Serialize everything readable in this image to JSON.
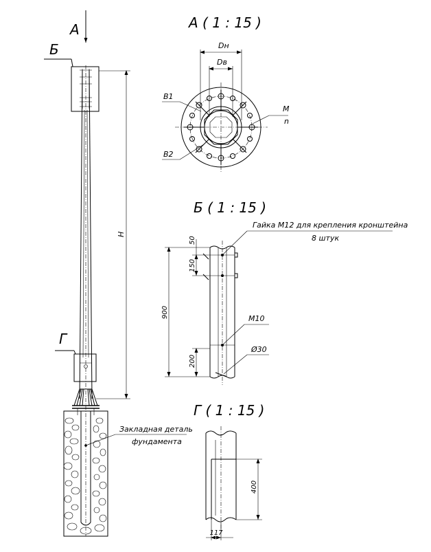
{
  "views": {
    "a_title": "А ( 1 : 15 )",
    "b_title": "Б ( 1 : 15 )",
    "g_title": "Г ( 1 : 15 )"
  },
  "pole": {
    "arrow_label": "А",
    "callout_b": "Б",
    "callout_g": "Г",
    "height_label": "H",
    "foundation_label_line1": "Закладная деталь",
    "foundation_label_line2": "фундамента"
  },
  "view_a": {
    "dn": "Dн",
    "dv": "Dв",
    "b1": "В1",
    "b2": "В2",
    "m": "М",
    "n": "n"
  },
  "view_b": {
    "note_line1": "Гайка М12 для крепления кронштейна",
    "note_line2": "8 штук",
    "dim_50": "50",
    "dim_150": "150",
    "dim_900": "900",
    "dim_200": "200",
    "m10": "М10",
    "d30": "Ø30"
  },
  "view_g": {
    "dim_400": "400",
    "dim_117": "117"
  }
}
